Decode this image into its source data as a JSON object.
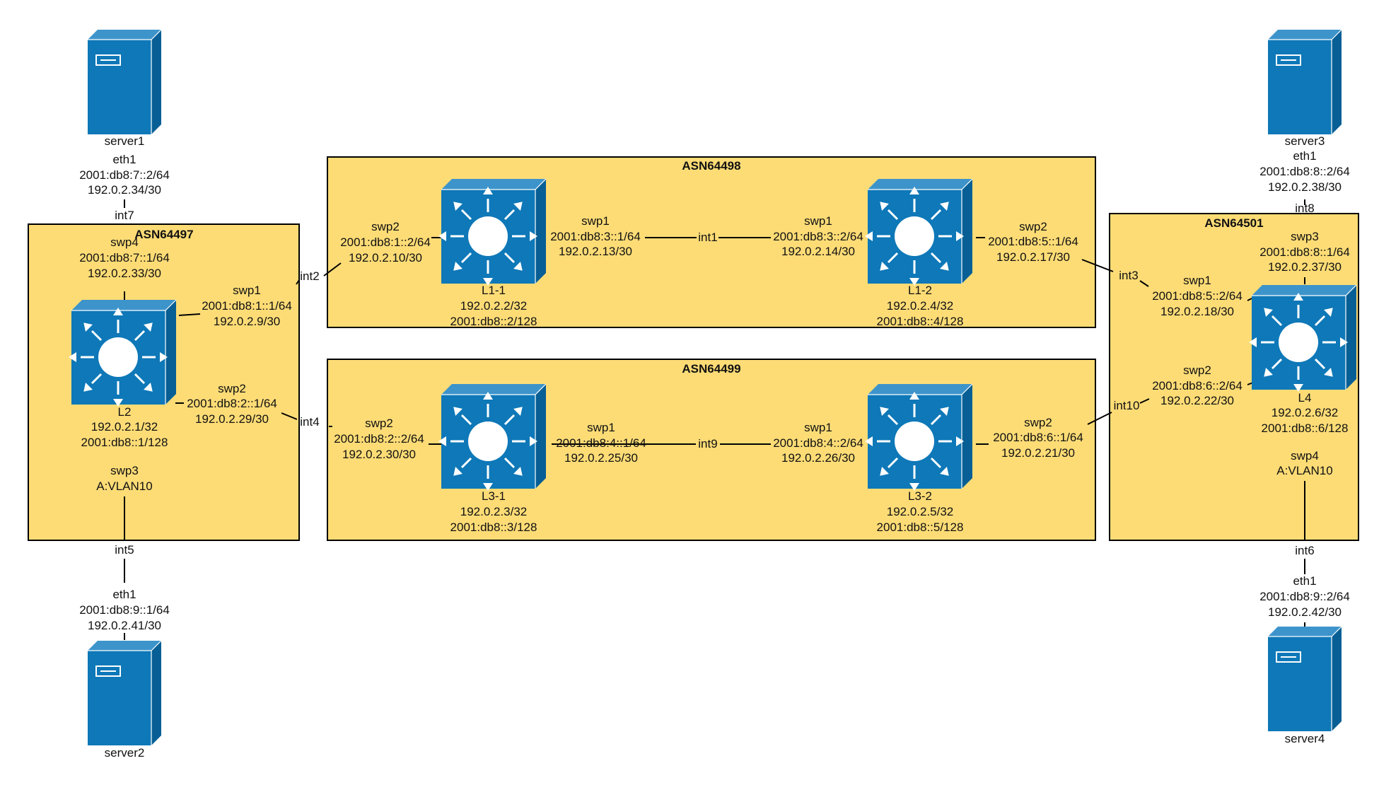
{
  "colors": {
    "asn_fill": "#fddc76",
    "device_front": "#0e78b8",
    "device_top": "#3d94cb",
    "device_side": "#085f95",
    "line": "#000000",
    "label": "#111111"
  },
  "asns": {
    "asn64497": "ASN64497",
    "asn64498": "ASN64498",
    "asn64499": "ASN64499",
    "asn64501": "ASN64501"
  },
  "servers": {
    "server1": {
      "name": "server1",
      "iface": "eth1",
      "ipv6": "2001:db8:7::2/64",
      "ipv4": "192.0.2.34/30"
    },
    "server2": {
      "name": "server2",
      "iface": "eth1",
      "ipv6": "2001:db8:9::1/64",
      "ipv4": "192.0.2.41/30"
    },
    "server3": {
      "name": "server3",
      "iface": "eth1",
      "ipv6": "2001:db8:8::2/64",
      "ipv4": "192.0.2.38/30"
    },
    "server4": {
      "name": "server4",
      "iface": "eth1",
      "ipv6": "2001:db8:9::2/64",
      "ipv4": "192.0.2.42/30"
    }
  },
  "switches": {
    "l2": {
      "name": "L2",
      "loopback4": "192.0.2.1/32",
      "loopback6": "2001:db8::1/128"
    },
    "l11": {
      "name": "L1-1",
      "loopback4": "192.0.2.2/32",
      "loopback6": "2001:db8::2/128"
    },
    "l12": {
      "name": "L1-2",
      "loopback4": "192.0.2.4/32",
      "loopback6": "2001:db8::4/128"
    },
    "l31": {
      "name": "L3-1",
      "loopback4": "192.0.2.3/32",
      "loopback6": "2001:db8::3/128"
    },
    "l32": {
      "name": "L3-2",
      "loopback4": "192.0.2.5/32",
      "loopback6": "2001:db8::5/128"
    },
    "l4": {
      "name": "L4",
      "loopback4": "192.0.2.6/32",
      "loopback6": "2001:db8::6/128"
    }
  },
  "ports": {
    "l2_swp4": {
      "name": "swp4",
      "ipv6": "2001:db8:7::1/64",
      "ipv4": "192.0.2.33/30"
    },
    "l2_swp1": {
      "name": "swp1",
      "ipv6": "2001:db8:1::1/64",
      "ipv4": "192.0.2.9/30"
    },
    "l2_swp2": {
      "name": "swp2",
      "ipv6": "2001:db8:2::1/64",
      "ipv4": "192.0.2.29/30"
    },
    "l2_swp3": {
      "name": "swp3",
      "vlan": "A:VLAN10"
    },
    "l11_swp2": {
      "name": "swp2",
      "ipv6": "2001:db8:1::2/64",
      "ipv4": "192.0.2.10/30"
    },
    "l11_swp1": {
      "name": "swp1",
      "ipv6": "2001:db8:3::1/64",
      "ipv4": "192.0.2.13/30"
    },
    "l12_swp1": {
      "name": "swp1",
      "ipv6": "2001:db8:3::2/64",
      "ipv4": "192.0.2.14/30"
    },
    "l12_swp2": {
      "name": "swp2",
      "ipv6": "2001:db8:5::1/64",
      "ipv4": "192.0.2.17/30"
    },
    "l31_swp2": {
      "name": "swp2",
      "ipv6": "2001:db8:2::2/64",
      "ipv4": "192.0.2.30/30"
    },
    "l31_swp1": {
      "name": "swp1",
      "ipv6": "2001:db8:4::1/64",
      "ipv4": "192.0.2.25/30"
    },
    "l32_swp1": {
      "name": "swp1",
      "ipv6": "2001:db8:4::2/64",
      "ipv4": "192.0.2.26/30"
    },
    "l32_swp2": {
      "name": "swp2",
      "ipv6": "2001:db8:6::1/64",
      "ipv4": "192.0.2.21/30"
    },
    "l4_swp3": {
      "name": "swp3",
      "ipv6": "2001:db8:8::1/64",
      "ipv4": "192.0.2.37/30"
    },
    "l4_swp1": {
      "name": "swp1",
      "ipv6": "2001:db8:5::2/64",
      "ipv4": "192.0.2.18/30"
    },
    "l4_swp2": {
      "name": "swp2",
      "ipv6": "2001:db8:6::2/64",
      "ipv4": "192.0.2.22/30"
    },
    "l4_swp4": {
      "name": "swp4",
      "vlan": "A:VLAN10"
    }
  },
  "links": {
    "int1": "int1",
    "int2": "int2",
    "int3": "int3",
    "int4": "int4",
    "int5": "int5",
    "int6": "int6",
    "int7": "int7",
    "int8": "int8",
    "int9": "int9",
    "int10": "int10"
  }
}
